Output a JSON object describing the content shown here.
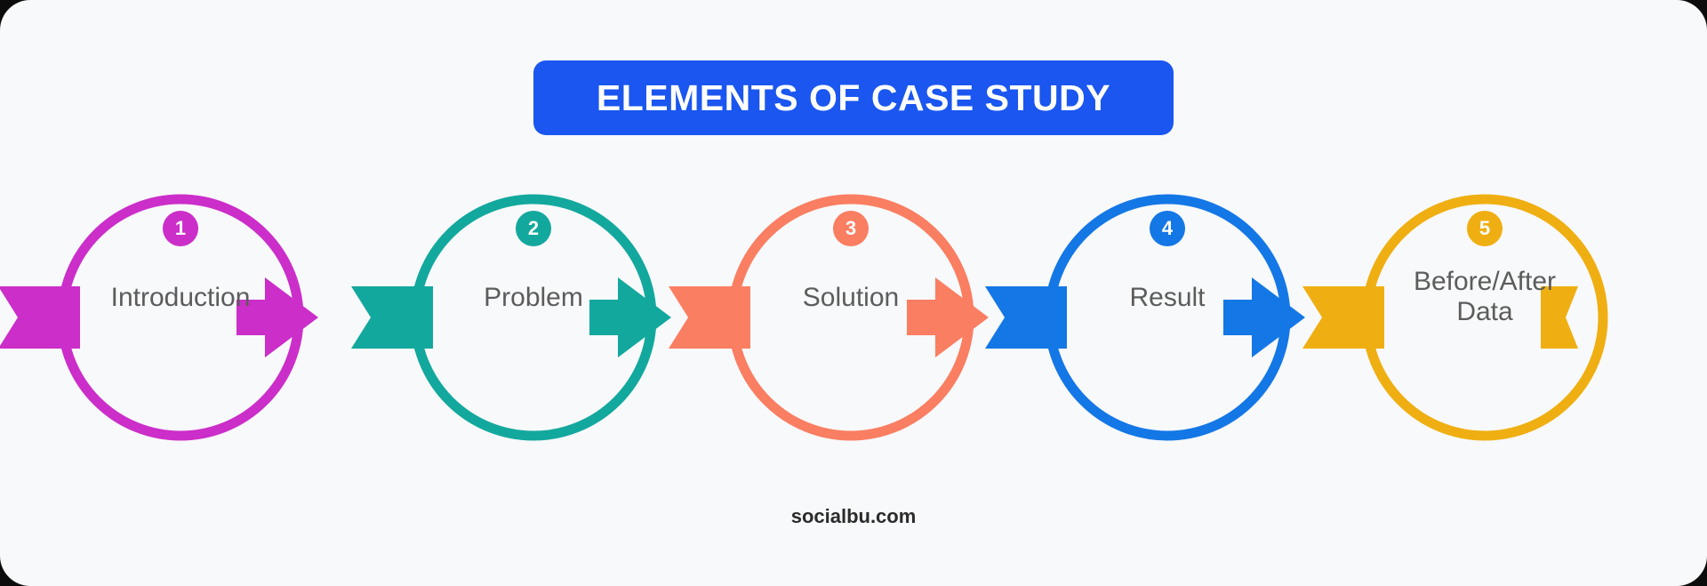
{
  "card": {
    "background_color": "#F8F9FA",
    "outer_background_color": "#0C0C0C"
  },
  "header": {
    "title": "ELEMENTS OF CASE STUDY",
    "banner_color": "#1A56EF",
    "title_color": "#FFFFFF"
  },
  "flow": {
    "label_color": "#5C5C5C",
    "steps": [
      {
        "number": "1",
        "label": "Introduction",
        "label_line2": "",
        "color": "#CB2EC9",
        "badge_icon": "number-badge-1"
      },
      {
        "number": "2",
        "label": "Problem",
        "label_line2": "",
        "color": "#13A89E",
        "badge_icon": "number-badge-2"
      },
      {
        "number": "3",
        "label": "Solution",
        "label_line2": "",
        "color": "#FA7E62",
        "badge_icon": "number-badge-3"
      },
      {
        "number": "4",
        "label": "Result",
        "label_line2": "",
        "color": "#1477E6",
        "badge_icon": "number-badge-4"
      },
      {
        "number": "5",
        "label": "Before/After",
        "label_line2": "Data",
        "color": "#EFAF12",
        "badge_icon": "number-badge-5"
      }
    ]
  },
  "footer": {
    "site": "socialbu.com"
  }
}
